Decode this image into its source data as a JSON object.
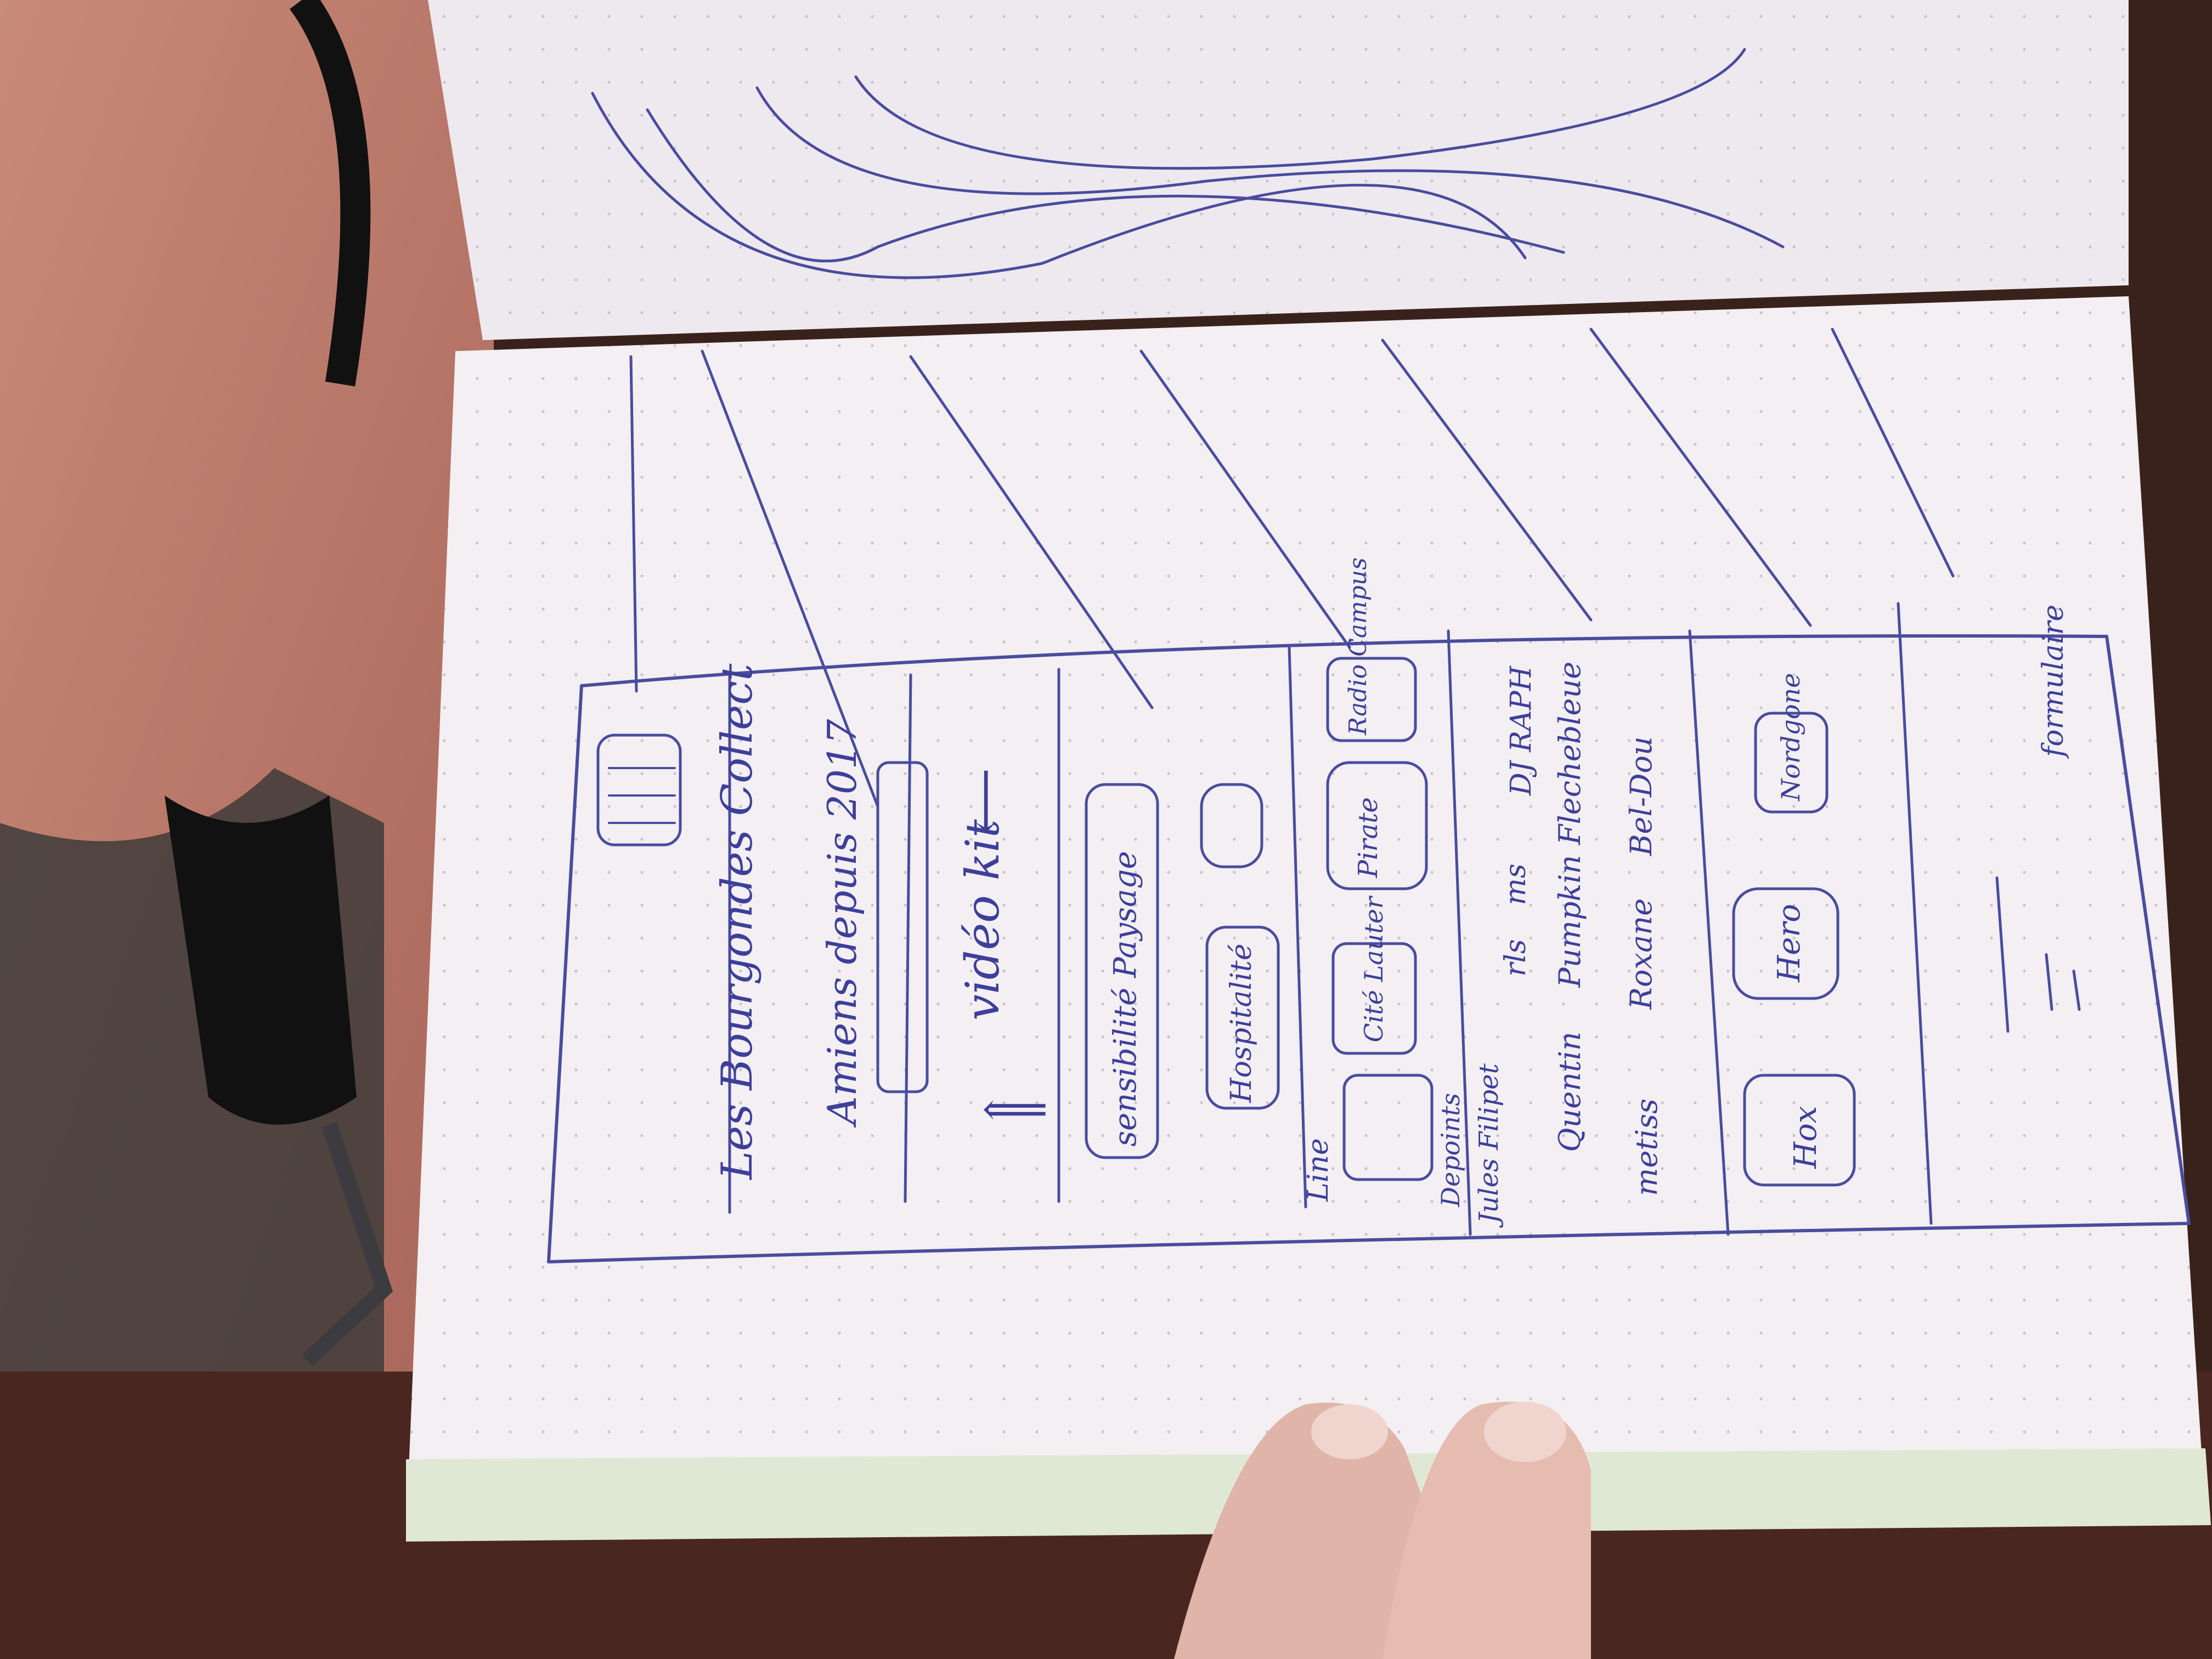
{
  "scene": {
    "type": "photo of a hand-drawn mobile app wireframe in a dotted notebook",
    "orientation": "rotated 90 degrees clockwise"
  },
  "sketch": {
    "title": "Les Bourgondes Collect",
    "subtitle": "Amiens depuis 2017",
    "hero_caption": "vidéo kit",
    "arrow_left": "⟸",
    "arrow_right": "⟶",
    "categories": [
      "sensibilité Paysage",
      "Hospitalité"
    ],
    "lineup_label": "Line",
    "lineup_cards": [
      "Depoints",
      "Cité Lauter",
      "Pirate",
      "Radio Campus"
    ],
    "artists": {
      "heading_left": "Jules Filipet",
      "col1": [
        "rls",
        "Quentin",
        "metiss"
      ],
      "col2": [
        "ms",
        "Pumpkin",
        "Roxane"
      ],
      "col3": [
        "DJ RAPH",
        "Flechebleue",
        "Bel-Dou"
      ]
    },
    "partners": [
      "Nordgone",
      "Hero",
      "Hox"
    ],
    "footer_label": "formulaire"
  },
  "colors": {
    "ink": "#3d3f9a",
    "paper": "#f4f0f2",
    "background": "#3a221c"
  }
}
